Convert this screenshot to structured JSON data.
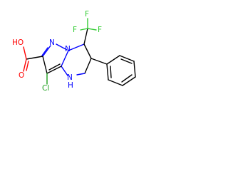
{
  "molecule": {
    "atoms": {
      "oh": "HO",
      "o_carbonyl": "O",
      "n_ring1": "N",
      "n_ring2": "N",
      "nh": "N",
      "h_on_n": "H",
      "cl": "Cl",
      "f1": "F",
      "f2": "F",
      "f3": "F"
    },
    "colors": {
      "carbon_bond": "#000000",
      "nitrogen": "#0000ff",
      "oxygen": "#ff0000",
      "fluorine": "#33cc33",
      "chlorine": "#1fa01f"
    }
  }
}
